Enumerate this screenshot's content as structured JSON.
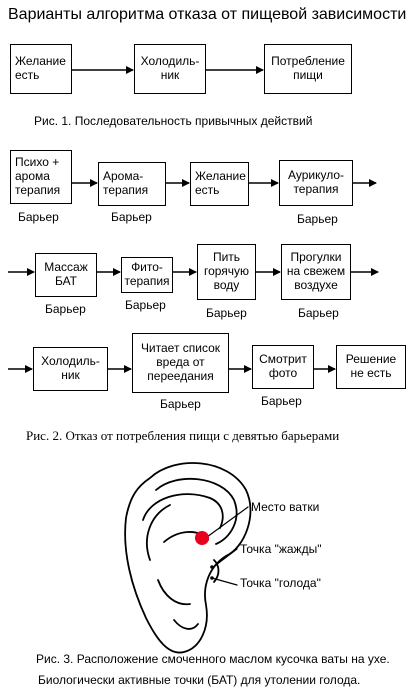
{
  "title": "Варианты алгоритма отказа от пищевой зависимости",
  "fig1": {
    "boxes": [
      "Желание\nесть",
      "Холодиль-\nник",
      "Потребление\nпищи"
    ],
    "caption": "Рис. 1. Последовательность привычных действий"
  },
  "fig2": {
    "row1": [
      "Психо +\nарома\nтерапия",
      "Арома-\nтерапия",
      "Желание\nесть",
      "Аурикуло-\nтерапия"
    ],
    "row2": [
      "Массаж\nБАТ",
      "Фито-\nтерапия",
      "Пить\nгорячую\nводу",
      "Прогулки\nна свежем\nвоздухе"
    ],
    "row3": [
      "Холодиль-\nник",
      "Читает список\nвреда от\nпереедания",
      "Смотрит\nфото",
      "Решение\nне есть"
    ],
    "barrier_label": "Барьер",
    "caption": "Рис. 2. Отказ от потребления пищи с девятью барьерами"
  },
  "fig3": {
    "labels": {
      "cotton": "Место ватки",
      "thirst": "Точка \"жажды\"",
      "hunger": "Точка \"голода\""
    },
    "caption_line1": "Рис. 3. Расположение смоченного маслом кусочка ваты на ухе.",
    "caption_line2": "Биологически активные точки (БАТ) для утолении голода.",
    "cotton_color": "#e8001c"
  }
}
